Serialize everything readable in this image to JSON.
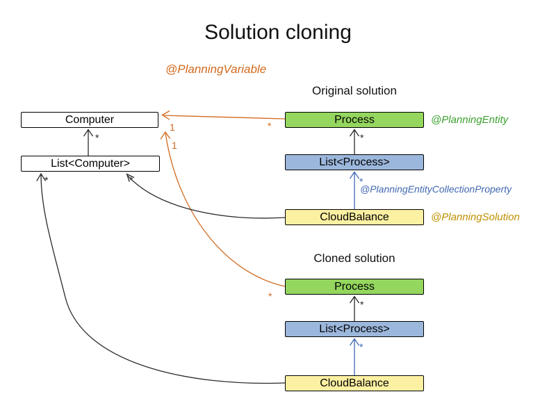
{
  "title": "Solution cloning",
  "annotations": {
    "planning_variable": "@PlanningVariable",
    "planning_entity": "@PlanningEntity",
    "planning_entity_collection_property": "@PlanningEntityCollectionProperty",
    "planning_solution": "@PlanningSolution"
  },
  "sections": {
    "original": "Original solution",
    "cloned": "Cloned solution"
  },
  "boxes": {
    "computer": "Computer",
    "list_computer": "List<Computer>",
    "original": {
      "process": "Process",
      "list_process": "List<Process>",
      "cloud_balance": "CloudBalance"
    },
    "cloned": {
      "process": "Process",
      "list_process": "List<Process>",
      "cloud_balance": "CloudBalance"
    }
  },
  "multiplicities": {
    "list_computer_to_computer": "*",
    "list_process_original_to_process": "*",
    "cloud_balance_original_to_list_process": "*",
    "list_process_cloned_to_process": "*",
    "cloud_balance_cloned_to_list_process": "*",
    "process_original_to_computer_many": "*",
    "process_original_to_computer_one": "1",
    "process_cloned_to_computer_many": "*",
    "process_cloned_to_computer_one": "1",
    "cloud_balance_original_to_list_computer": "*",
    "cloud_balance_cloned_to_list_computer": "*"
  },
  "colors": {
    "orange": "#d2691e",
    "entity_green": "#3ba12e",
    "collection_blue": "#4169b2",
    "solution_gold": "#bf9000",
    "process_green": "#94d65e",
    "list_blue": "#9cb7dc",
    "balance_yellow": "#fcf0a2",
    "line_dark": "#2a2a2a"
  }
}
